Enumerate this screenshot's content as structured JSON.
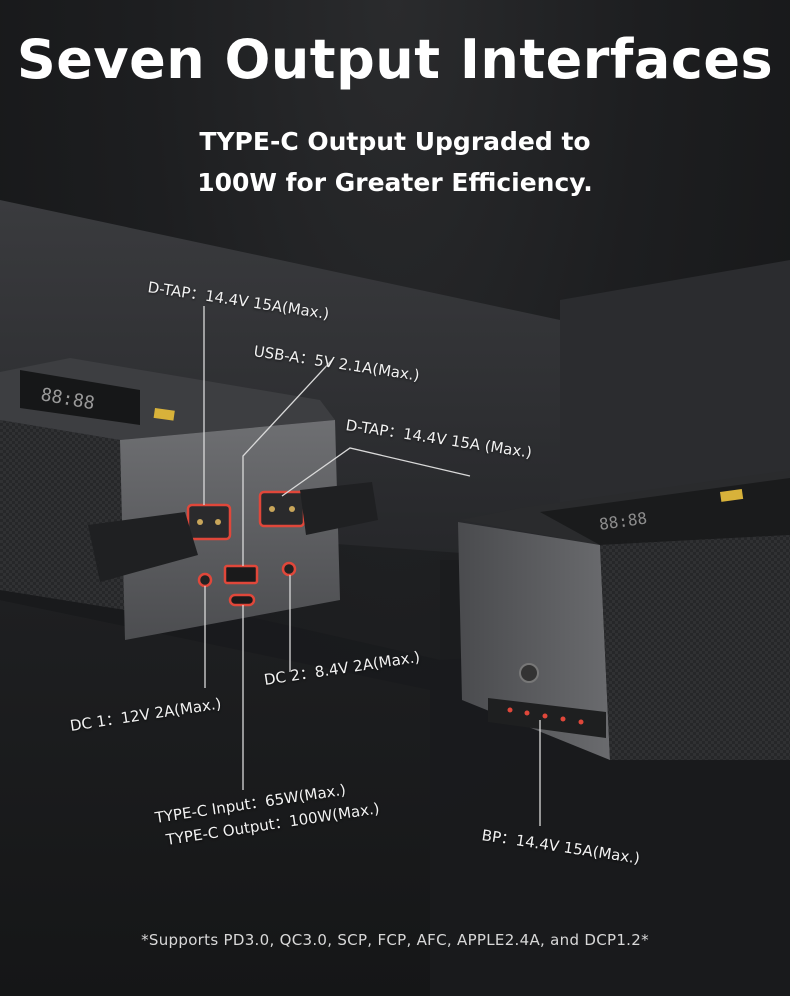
{
  "header": {
    "title": "Seven Output Interfaces",
    "subtitle_line1": "TYPE-C Output Upgraded to",
    "subtitle_line2": "100W for Greater Efficiency."
  },
  "callouts": {
    "dtap_left": "D-TAP：14.4V 15A(Max.)",
    "usb_a": "USB-A：5V 2.1A(Max.)",
    "dtap_right": "D-TAP：14.4V 15A (Max.)",
    "dc2": "DC 2：8.4V 2A(Max.)",
    "dc1": "DC 1：12V 2A(Max.)",
    "typec_input": "TYPE-C Input：65W(Max.)",
    "typec_output": "TYPE-C Output：100W(Max.)",
    "bp": "BP：14.4V 15A(Max.)"
  },
  "footnote": "*Supports PD3.0, QC3.0, SCP, FCP, AFC, APPLE2.4A, and DCP1.2*",
  "colors": {
    "background": "#1a1b1d",
    "text": "#ffffff",
    "port_accent": "#e0473a",
    "leader_line": "#d9d9d9"
  }
}
